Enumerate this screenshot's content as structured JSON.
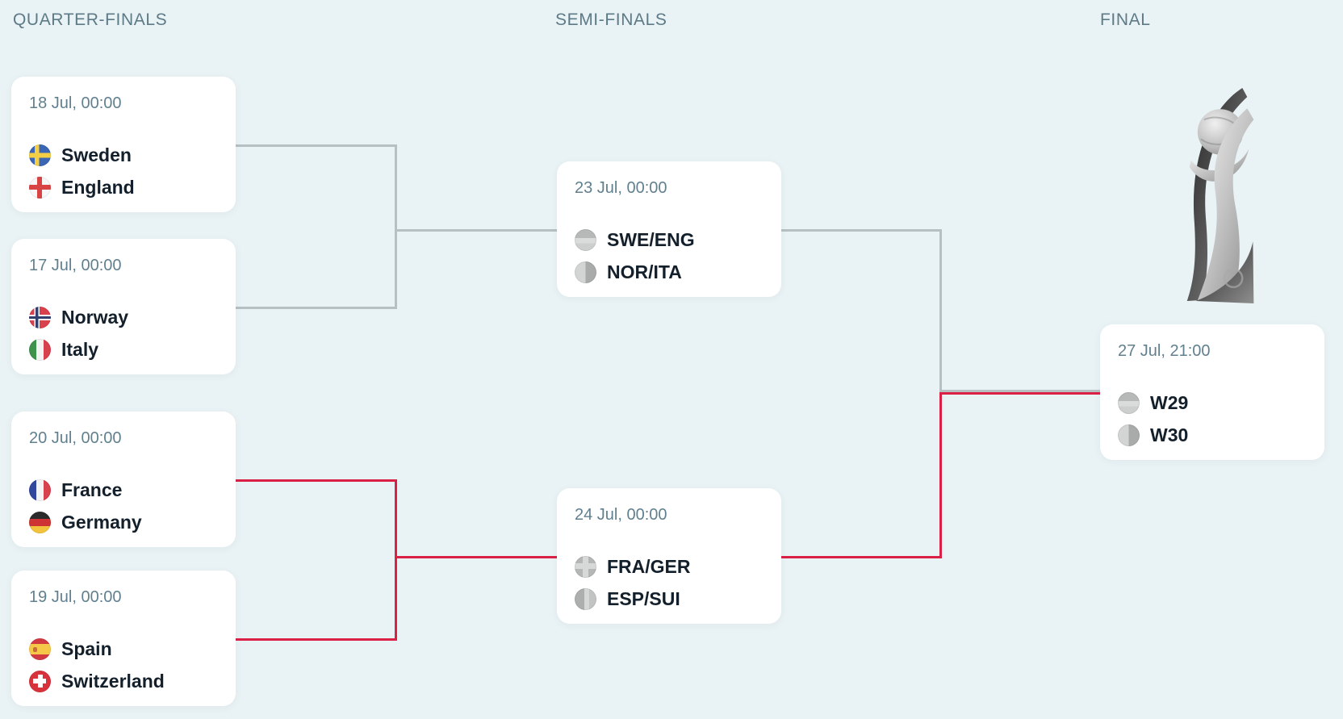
{
  "columns": [
    {
      "id": "quarter-finals",
      "label": "QUARTER-FINALS"
    },
    {
      "id": "semi-finals",
      "label": "SEMI-FINALS"
    },
    {
      "id": "final",
      "label": "FINAL"
    }
  ],
  "colors": {
    "background": "#e9f2f4",
    "bracket_line_top": "#b6c0c2",
    "bracket_line_bottom": "#da2045",
    "card_background": "#ffffff",
    "heading_text": "#5d7a87",
    "date_text": "#61808f",
    "team_text": "#131f2b"
  },
  "matches": {
    "quarter_finals": [
      {
        "datetime": "18 Jul, 00:00",
        "teams": [
          {
            "name": "Sweden",
            "flag": "sweden"
          },
          {
            "name": "England",
            "flag": "england"
          }
        ]
      },
      {
        "datetime": "17 Jul, 00:00",
        "teams": [
          {
            "name": "Norway",
            "flag": "norway"
          },
          {
            "name": "Italy",
            "flag": "italy"
          }
        ]
      },
      {
        "datetime": "20 Jul, 00:00",
        "teams": [
          {
            "name": "France",
            "flag": "france"
          },
          {
            "name": "Germany",
            "flag": "germany"
          }
        ]
      },
      {
        "datetime": "19 Jul, 00:00",
        "teams": [
          {
            "name": "Spain",
            "flag": "spain"
          },
          {
            "name": "Switzerland",
            "flag": "switzerland"
          }
        ]
      }
    ],
    "semi_finals": [
      {
        "datetime": "23 Jul, 00:00",
        "teams": [
          {
            "name": "SWE/ENG",
            "flag": "placeholder-h-bands"
          },
          {
            "name": "NOR/ITA",
            "flag": "placeholder-v-split"
          }
        ]
      },
      {
        "datetime": "24 Jul, 00:00",
        "teams": [
          {
            "name": "FRA/GER",
            "flag": "placeholder-cross"
          },
          {
            "name": "ESP/SUI",
            "flag": "placeholder-v-bands"
          }
        ]
      }
    ],
    "final": [
      {
        "datetime": "27 Jul, 21:00",
        "teams": [
          {
            "name": "W29",
            "flag": "placeholder-h-bands"
          },
          {
            "name": "W30",
            "flag": "placeholder-v-split"
          }
        ]
      }
    ]
  },
  "trophy": {
    "icon": "uefa-womens-euro-trophy-icon"
  }
}
